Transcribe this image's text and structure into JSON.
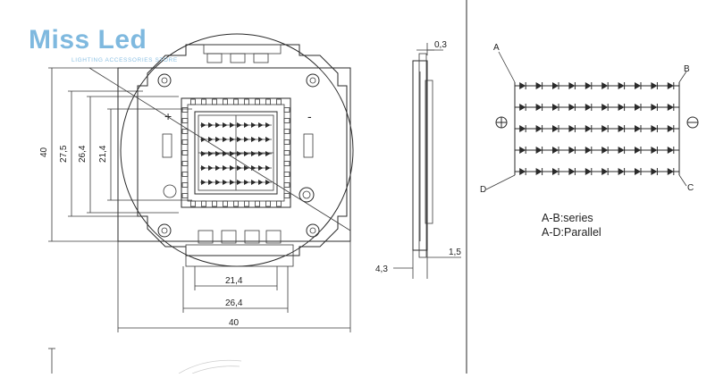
{
  "logo": {
    "brand": "Miss Led",
    "tagline": "LIGHTING ACCESSORIES STORE"
  },
  "dimensions": {
    "outer_height": "40",
    "inner_height_1": "27,5",
    "inner_height_2": "26,4",
    "inner_height_3": "21,4",
    "bottom_inner": "21,4",
    "bottom_middle": "26,4",
    "bottom_outer": "40",
    "side_thickness_top": "0,3",
    "side_thickness_bottom": "1,5",
    "side_total": "4,3"
  },
  "polarity": {
    "plus": "+",
    "minus": "-"
  },
  "schematic": {
    "label_a": "A",
    "label_b": "B",
    "label_c": "C",
    "label_d": "D",
    "rows": 5,
    "diodes_per_row": 10,
    "legend_series": "A-B:series",
    "legend_parallel": "A-D:Parallel"
  },
  "colors": {
    "line": "#2a2a2a",
    "logo": "#7fb9df"
  }
}
